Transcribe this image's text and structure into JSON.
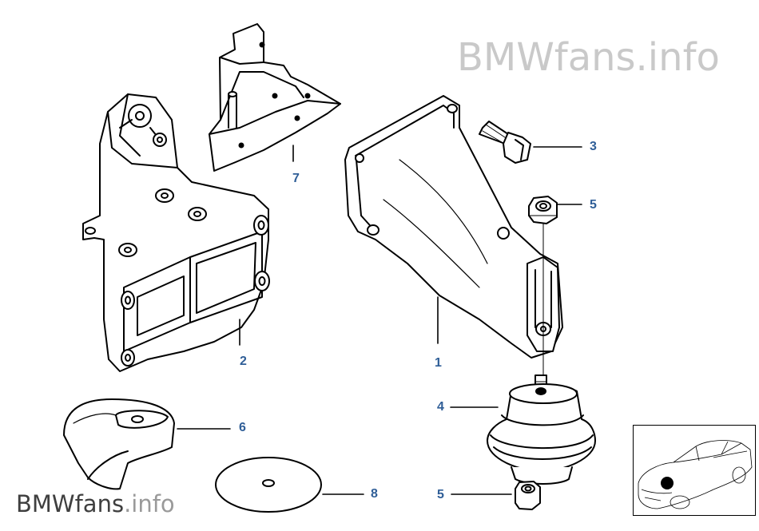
{
  "watermark": {
    "brand": "BMWfans",
    "suffix": ".info"
  },
  "callouts": {
    "c1": "1",
    "c2": "2",
    "c3": "3",
    "c4": "4",
    "c5a": "5",
    "c5b": "5",
    "c6": "6",
    "c7": "7",
    "c8": "8"
  },
  "colors": {
    "callout": "#2f5e97",
    "line": "#000000",
    "watermark_light": "#c9c9c9"
  },
  "thumbnail": {
    "icon": "car-location-icon"
  }
}
